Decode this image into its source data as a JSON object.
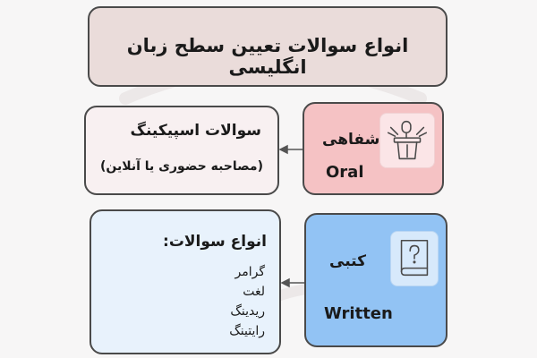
{
  "title": "انواع سوالات تعیین سطح زبان انگلیسی",
  "speaking": {
    "title": "سوالات اسپیکینگ",
    "subtitle": "(مصاحبه حضوری یا آنلاین)"
  },
  "oral": {
    "label_fa": "شفاهی",
    "label_en": "Oral",
    "icon": "interview-podium-icon"
  },
  "written_types": {
    "heading": "انواع سوالات:",
    "items": [
      "گرامر",
      "لغت",
      "ریدینگ",
      "رایتینگ"
    ]
  },
  "written": {
    "label_fa": "کتبی",
    "label_en": "Written",
    "icon": "question-book-icon"
  },
  "colors": {
    "title_bg": "#eadcda",
    "oral_bg": "#f5c2c4",
    "written_bg": "#92c3f4",
    "list_bg": "#e8f2fc",
    "speaking_bg": "#f8f0f1"
  }
}
